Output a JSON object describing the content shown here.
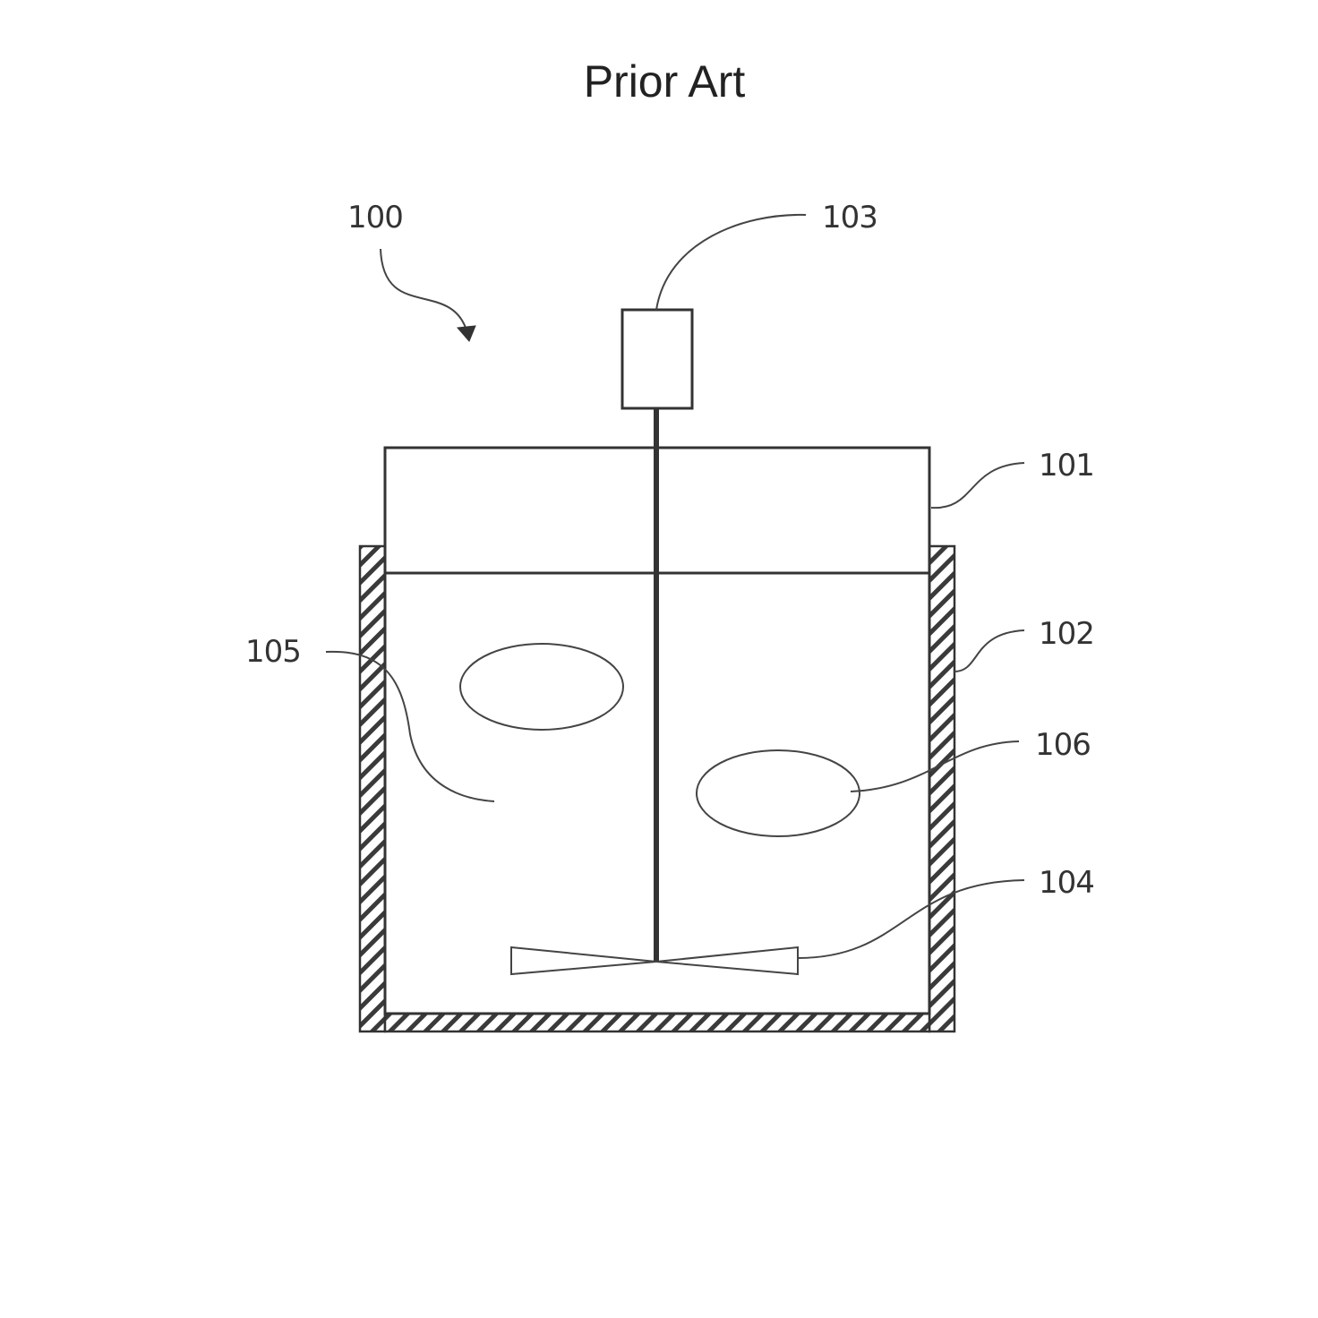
{
  "title": "Prior Art",
  "colors": {
    "line": "#333333",
    "background": "#ffffff"
  },
  "labels": {
    "apparatus": "100",
    "vessel": "101",
    "jacket": "102",
    "motor": "103",
    "impeller": "104",
    "liquid": "105",
    "bubble": "106"
  }
}
